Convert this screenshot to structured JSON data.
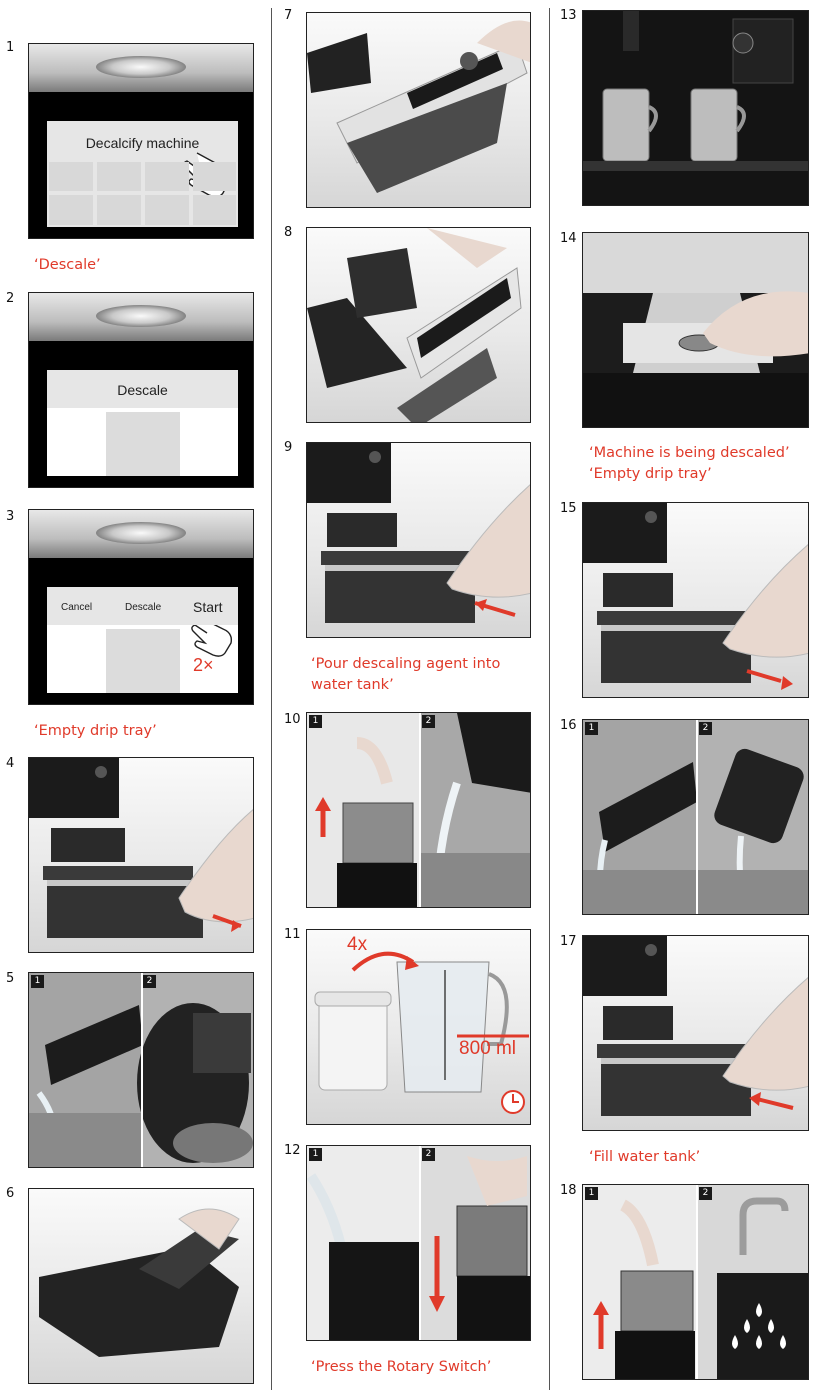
{
  "steps": {
    "s1": "1",
    "s2": "2",
    "s3": "3",
    "s4": "4",
    "s5": "5",
    "s6": "6",
    "s7": "7",
    "s8": "8",
    "s9": "9",
    "s10": "10",
    "s11": "11",
    "s12": "12",
    "s13": "13",
    "s14": "14",
    "s15": "15",
    "s16": "16",
    "s17": "17",
    "s18": "18"
  },
  "subpanels": {
    "first": "1",
    "second": "2"
  },
  "captions": {
    "descale": "‘Descale’",
    "empty_drip_tray": "‘Empty drip tray’",
    "pour_agent_line1": "‘Pour descaling agent into",
    "pour_agent_line2": "water tank’",
    "press_rotary": "‘Press the Rotary Switch’",
    "being_descaled": "‘Machine is being descaled’",
    "empty_drip_tray_2": "‘Empty drip tray’",
    "fill_water_tank": "‘Fill water tank’"
  },
  "screens": {
    "s1_title": "Decalcify machine",
    "s2_title": "Descale",
    "s3_cancel": "Cancel",
    "s3_descale": "Descale",
    "s3_start": "Start",
    "s3_times": "2×"
  },
  "step11": {
    "repeat": "4x",
    "volume": "800 ml"
  },
  "colors": {
    "accent": "#e03a2a",
    "frame": "#222222"
  }
}
